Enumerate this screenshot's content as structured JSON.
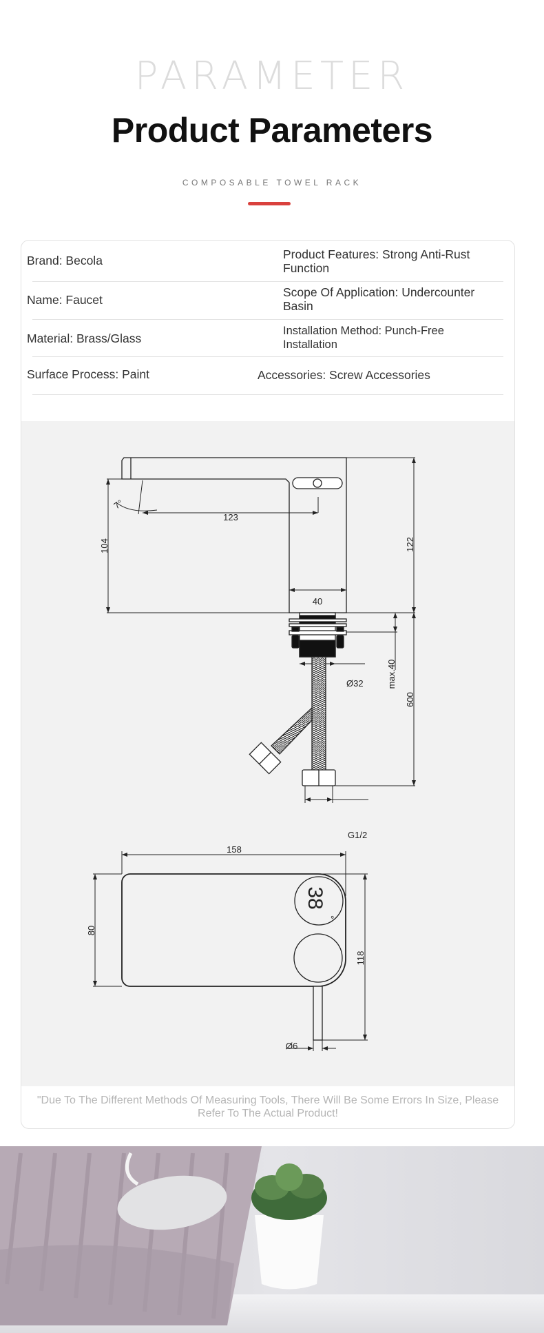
{
  "header": {
    "eyebrow": "PARAMETER",
    "title": "Product Parameters",
    "subtitle": "COMPOSABLE TOWEL RACK",
    "accent_color": "#d9413d"
  },
  "params": [
    {
      "left": "Brand: Becola",
      "right": "Product Features: Strong Anti-Rust Function"
    },
    {
      "left": "Name: Faucet",
      "right": "Scope Of Application: Undercounter Basin"
    },
    {
      "left": "Material: Brass/Glass",
      "right": "Installation Method: Punch-Free Installation"
    },
    {
      "left": "Surface Process: Paint",
      "right": "Accessories: Screw Accessories"
    }
  ],
  "drawing": {
    "side": {
      "spout_reach": "123",
      "height_spout": "104",
      "height_total": "122",
      "body_width": "40",
      "angle": "7°",
      "thread_dia": "Ø32",
      "max_thickness": "max.40",
      "hose_length": "600",
      "connector": "G1/2"
    },
    "top": {
      "length": "158",
      "width": "80",
      "depth_total": "118",
      "stem_dia": "Ø6",
      "display_temp": "38",
      "display_unit": "°"
    }
  },
  "footnote": "\"Due To The Different Methods Of Measuring Tools, There Will Be Some Errors In Size, Please Refer To The Actual Product!"
}
